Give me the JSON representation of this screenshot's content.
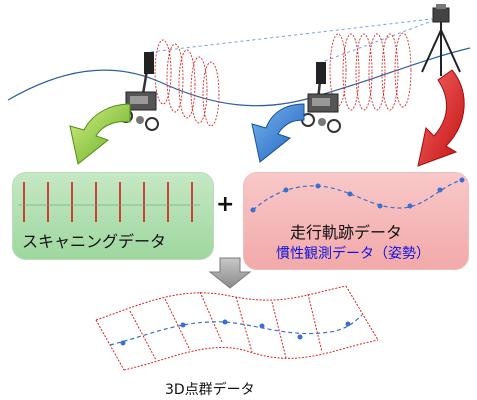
{
  "labels": {
    "scanning": "スキャニングデータ",
    "trajectory": "走行軌跡データ",
    "imu": "慣性観測データ（姿勢）",
    "plus": "+",
    "point_cloud": "3D点群データ"
  },
  "colors": {
    "green_arrow": "#7cc22a",
    "blue_arrow": "#2a78cc",
    "red_arrow": "#e21b1b",
    "scan_lines": "#cc0000",
    "trajectory_line": "#3a6fcf",
    "imu_text": "#1212dd"
  },
  "icons": {
    "scanner_cart_left": "mobile-scanner-cart",
    "scanner_cart_right": "mobile-scanner-cart",
    "total_station": "tripod-total-station"
  }
}
